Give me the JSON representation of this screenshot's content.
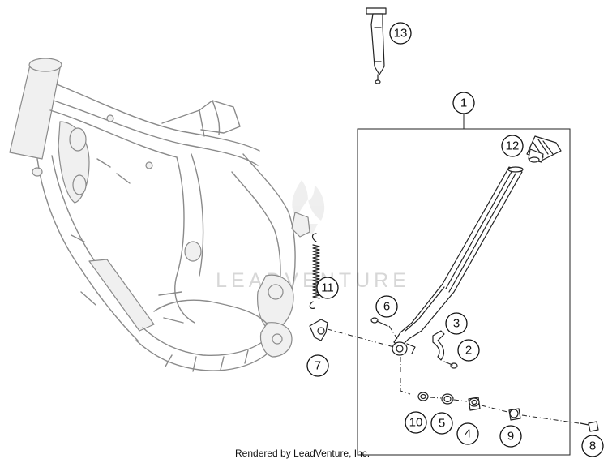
{
  "callouts": [
    {
      "id": "1",
      "label": "1"
    },
    {
      "id": "2",
      "label": "2"
    },
    {
      "id": "3",
      "label": "3"
    },
    {
      "id": "4",
      "label": "4"
    },
    {
      "id": "5",
      "label": "5"
    },
    {
      "id": "6",
      "label": "6"
    },
    {
      "id": "7",
      "label": "7"
    },
    {
      "id": "8",
      "label": "8"
    },
    {
      "id": "9",
      "label": "9"
    },
    {
      "id": "10",
      "label": "10"
    },
    {
      "id": "11",
      "label": "11"
    },
    {
      "id": "12",
      "label": "12"
    },
    {
      "id": "13",
      "label": "13"
    }
  ],
  "watermark": "LEADVENTURE",
  "credit": "Rendered by LeadVenture, Inc."
}
